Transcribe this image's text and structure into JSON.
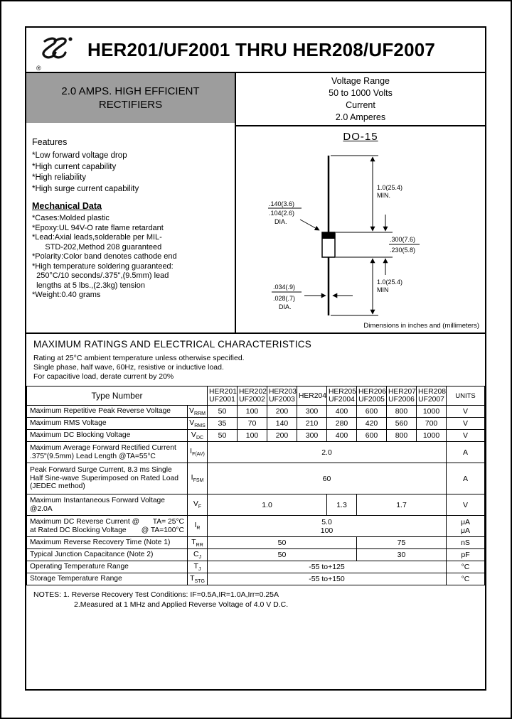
{
  "page": {
    "title": "HER201/UF2001 THRU HER208/UF2007",
    "registered": "®"
  },
  "summary": {
    "left_line1": "2.0 AMPS. HIGH EFFICIENT",
    "left_line2": "RECTIFIERS",
    "right": {
      "l1": "Voltage Range",
      "l2": "50 to 1000 Volts",
      "l3": "Current",
      "l4": "2.0 Amperes"
    }
  },
  "features": {
    "heading": "Features",
    "items": [
      "*Low forward voltage drop",
      "*High current capability",
      "*High reliability",
      "*High surge current capability"
    ]
  },
  "mechanical": {
    "heading": "Mechanical Data",
    "items": [
      "*Cases:Molded plastic",
      "*Epoxy:UL 94V-O rate flame retardant",
      "*Lead:Axial leads,solderable per MIL-",
      "      STD-202,Method 208 guaranteed",
      "*Polarity:Color band denotes cathode end",
      "*High temperature soldering guaranteed:",
      "  250°C/10 seconds/.375\",(9.5mm) lead",
      "  lengths at 5 lbs.,(2.3kg) tension",
      "*Weight:0.40 grams"
    ]
  },
  "package": {
    "name": "DO-15",
    "body_dia_1": ".140(3.6)",
    "body_dia_2": ".104(2.6)",
    "body_dia_3": "DIA.",
    "lead_top_1": "1.0(25.4)",
    "lead_top_2": "MIN.",
    "body_len_1": ".300(7.6)",
    "body_len_2": ".230(5.8)",
    "lead_bot_1": "1.0(25.4)",
    "lead_bot_2": "MIN",
    "wire_dia_1": ".034(.9)",
    "wire_dia_2": ".028(.7)",
    "wire_dia_3": "DIA.",
    "caption": "Dimensions in inches and (millimeters)"
  },
  "ratings": {
    "title": "MAXIMUM RATINGS AND ELECTRICAL CHARACTERISTICS",
    "line1": "Rating at 25°C ambient temperature unless otherwise specified.",
    "line2": "Single phase, half wave, 60Hz, resistive or inductive load.",
    "line3": "For capacitive load, derate current by 20%"
  },
  "table": {
    "header": {
      "type_number": "Type Number",
      "units": "UNITS",
      "devices": [
        [
          "HER201",
          "UF2001"
        ],
        [
          "HER202",
          "UF2002"
        ],
        [
          "HER203",
          "UF2003"
        ],
        [
          "HER204",
          ""
        ],
        [
          "HER205",
          "UF2004"
        ],
        [
          "HER206",
          "UF2005"
        ],
        [
          "HER207",
          "UF2006"
        ],
        [
          "HER208",
          "UF2007"
        ]
      ]
    },
    "rows": [
      {
        "param": "Maximum Repetitive Peak Reverse Voltage",
        "sym": "V",
        "sub": "RRM",
        "v": [
          "50",
          "100",
          "200",
          "300",
          "400",
          "600",
          "800",
          "1000"
        ],
        "unit": "V"
      },
      {
        "param": "Maximum RMS Voltage",
        "sym": "V",
        "sub": "RMS",
        "v": [
          "35",
          "70",
          "140",
          "210",
          "280",
          "420",
          "560",
          "700"
        ],
        "unit": "V"
      },
      {
        "param": "Maximum DC Blocking Voltage",
        "sym": "V",
        "sub": "DC",
        "v": [
          "50",
          "100",
          "200",
          "300",
          "400",
          "600",
          "800",
          "1000"
        ],
        "unit": "V"
      },
      {
        "param": "Maximum Average Forward Rectified Current .375\"(9.5mm) Lead Length @TA=55°C",
        "sym": "I",
        "sub": "F(AV)",
        "full": "2.0",
        "unit": "A"
      },
      {
        "param": "Peak Forward Surge Current, 8.3 ms Single Half Sine-wave Superimposed on Rated Load (JEDEC method)",
        "sym": "I",
        "sub": "FSM",
        "full": "60",
        "unit": "A"
      },
      {
        "param": "Maximum Instantaneous Forward Voltage @2.0A",
        "sym": "V",
        "sub": "F",
        "g1": "1.0",
        "g2": "1.3",
        "g3": "1.7",
        "unit": "V"
      },
      {
        "param_l1": "Maximum DC Reverse Current @",
        "param_r1": "TA= 25°C",
        "param_l2": "at Rated DC Blocking Voltage",
        "param_r2": "@ TA=100°C",
        "sym": "I",
        "sub": "R",
        "v1": "5.0",
        "v2": "100",
        "unit1": "μA",
        "unit2": "μA"
      },
      {
        "param": "Maximum Reverse Recovery Time (Note 1)",
        "sym": "T",
        "sub": "RR",
        "gA": "50",
        "gB": "75",
        "unit": "nS"
      },
      {
        "param": "Typical Junction Capacitance (Note 2)",
        "sym": "C",
        "sub": "J",
        "gA": "50",
        "gB": "30",
        "unit": "pF"
      },
      {
        "param": "Operating Temperature Range",
        "sym": "T",
        "sub": "J",
        "full": "-55 to+125",
        "unit": "°C"
      },
      {
        "param": "Storage Temperature Range",
        "sym": "T",
        "sub": "STG",
        "full": "-55 to+150",
        "unit": "°C"
      }
    ]
  },
  "notes": {
    "line1": "NOTES: 1. Reverse Recovery Test Conditions: IF=0.5A,IR=1.0A,Irr=0.25A",
    "line2": "2.Measured at 1 MHz and Applied Reverse Voltage of 4.0 V D.C."
  }
}
